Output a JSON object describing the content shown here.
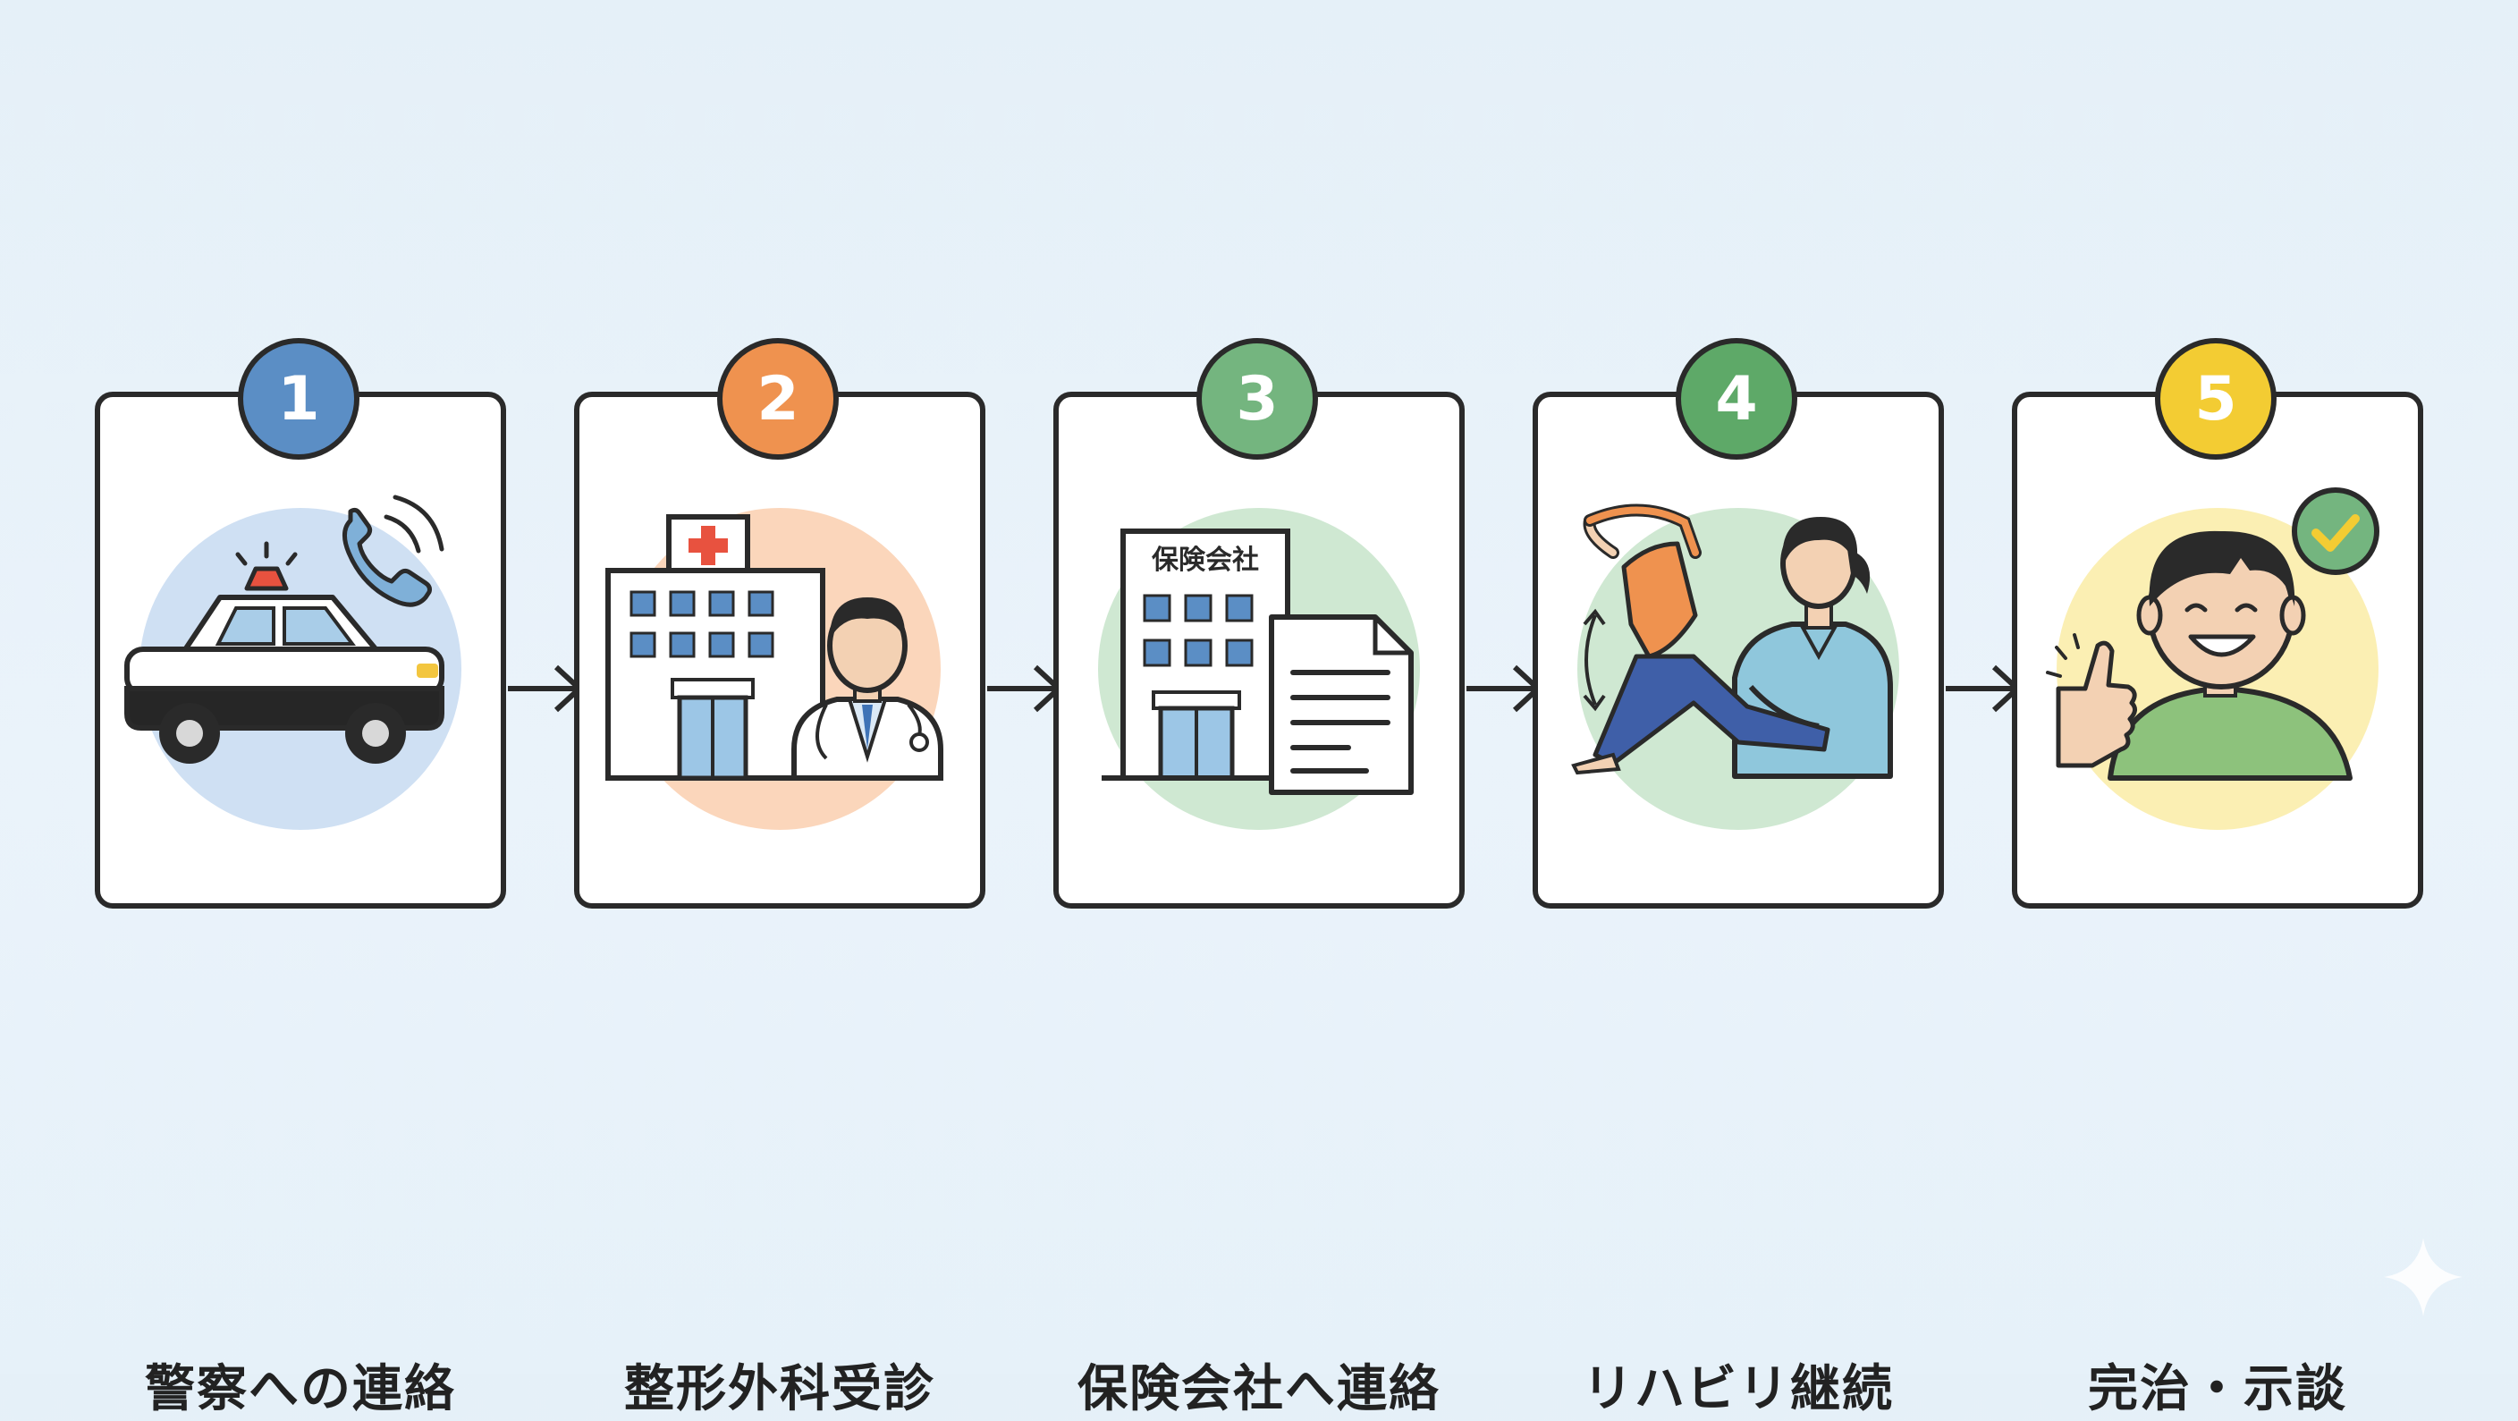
{
  "colors": {
    "background": "#e7f1f9",
    "card_border": "#2a2a2a",
    "step1": "#5b8ec5",
    "step2": "#ef924f",
    "step3": "#74b57f",
    "step4": "#5ea968",
    "step5": "#f3cc33"
  },
  "steps": [
    {
      "number": "1",
      "label": "警察への連絡",
      "icon": "police-car-phone-icon"
    },
    {
      "number": "2",
      "label": "整形外科受診",
      "icon": "hospital-doctor-icon"
    },
    {
      "number": "3",
      "label": "保険会社へ連絡",
      "icon": "insurance-company-document-icon",
      "building_sign": "保険会社"
    },
    {
      "number": "4",
      "label": "リハビリ継続",
      "icon": "rehabilitation-therapist-icon"
    },
    {
      "number": "5",
      "label": "完治・示談",
      "icon": "thumbs-up-check-icon"
    }
  ]
}
